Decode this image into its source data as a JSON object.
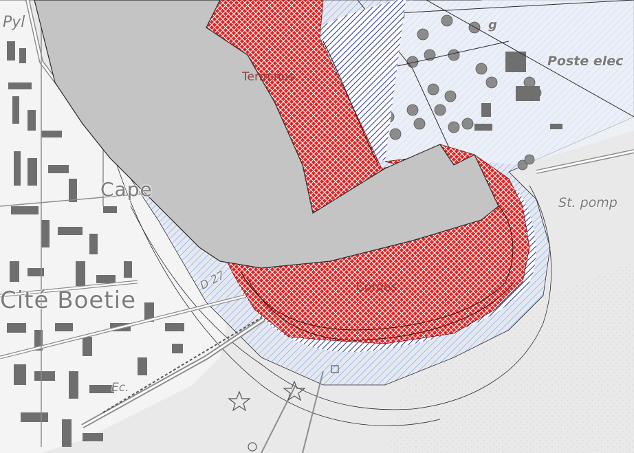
{
  "map": {
    "labels": {
      "cite_boetie": "Cité Boetie",
      "cape": "Cape",
      "pyl": "Pyl",
      "poste_elec": "Poste elec",
      "st_pomp": "St. pomp",
      "ec": "Ec.",
      "terminus": "Terminus",
      "cordes": "Cordes",
      "route_number": "D 27",
      "g_fragment": "g"
    },
    "colors": {
      "basemap_bg": "#e9e9e9",
      "water_basin": "#c4c4c4",
      "red_zone": "#e02424",
      "blue_hatch": "#1f2f9a",
      "light_blue_hatch": "#7f9fe0",
      "building": "#6f6f6f",
      "road_outline": "#8d8d8d"
    }
  }
}
